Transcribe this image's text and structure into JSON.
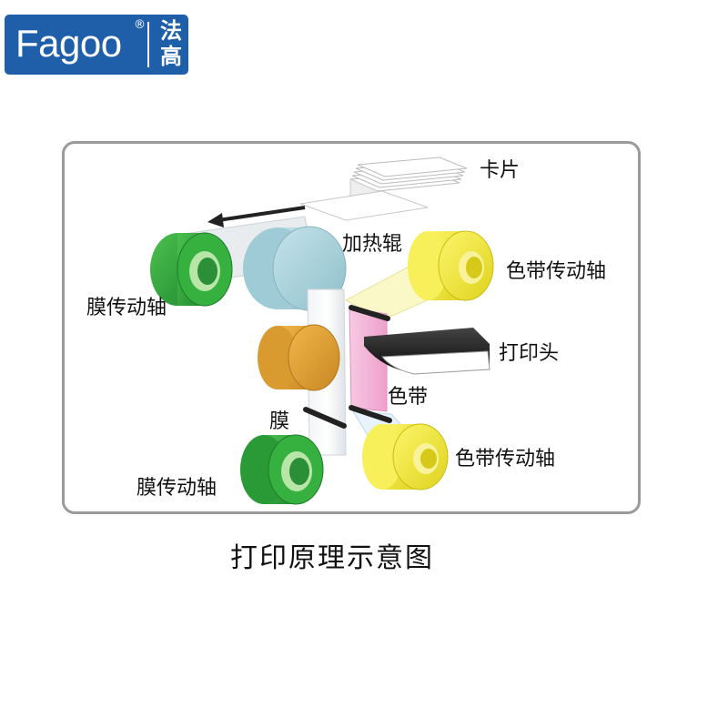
{
  "logo": {
    "word": "Fagoo",
    "reg": "®",
    "cn_top": "法",
    "cn_bottom": "高"
  },
  "labels": {
    "card": "卡片",
    "heat_roller": "加热辊",
    "film_shaft_top": "膜传动轴",
    "ribbon_shaft_top": "色带传动轴",
    "print_head": "打印头",
    "ribbon": "色带",
    "film": "膜",
    "film_shaft_bottom": "膜传动轴",
    "ribbon_shaft_bottom": "色带传动轴"
  },
  "caption": "打印原理示意图",
  "colors": {
    "brand_blue": "#1f5fa9",
    "film_roller_green": "#2aa33a",
    "heat_roller_blue": "#a9d3dc",
    "orange_roller": "#e0a33a",
    "ribbon_roller_yellow": "#f3ec3a",
    "ribbon_pink": "#f2b6d8"
  }
}
